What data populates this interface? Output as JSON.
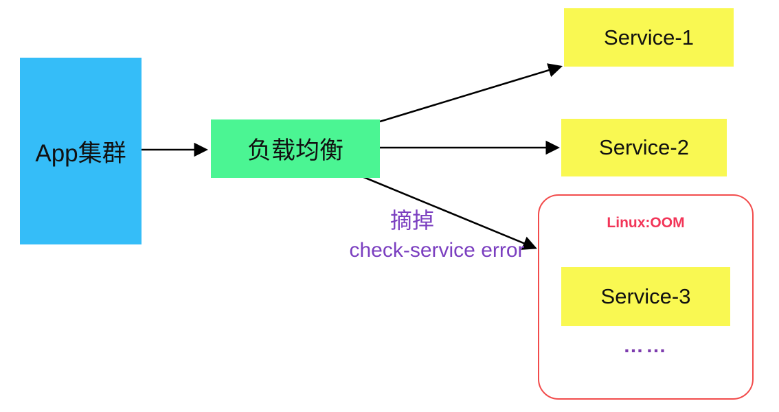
{
  "canvas": {
    "background": "#ffffff"
  },
  "edge_color": "#000000",
  "nodes": {
    "app_cluster": {
      "label": "App集群",
      "fill": "#35bdf8",
      "text_color": "#111111"
    },
    "load_balancer": {
      "label": "负载均衡",
      "fill": "#4bf593",
      "text_color": "#111111"
    },
    "service_1": {
      "label": "Service-1",
      "fill": "#f9f852",
      "text_color": "#111111"
    },
    "service_2": {
      "label": "Service-2",
      "fill": "#f9f852",
      "text_color": "#111111"
    },
    "service_3": {
      "label": "Service-3",
      "fill": "#f9f852",
      "text_color": "#111111"
    }
  },
  "group": {
    "title": "Linux:OOM",
    "title_color": "#f23558",
    "border_color": "#f24b4b",
    "ellipsis": "……",
    "ellipsis_color": "#7d3cae"
  },
  "annotations": {
    "detach_label": "摘掉",
    "error_label": "check-service error",
    "color": "#7b3fc0"
  },
  "edges": [
    {
      "from": "app_cluster",
      "to": "load_balancer"
    },
    {
      "from": "load_balancer",
      "to": "service_1"
    },
    {
      "from": "load_balancer",
      "to": "service_2"
    },
    {
      "from": "load_balancer",
      "to": "oom_group"
    }
  ]
}
